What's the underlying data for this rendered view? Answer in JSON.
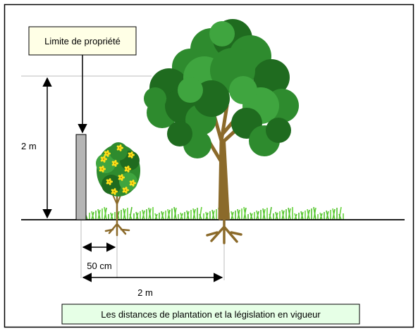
{
  "labels": {
    "property_limit": "Limite de propriété",
    "height": "2 m",
    "shrub_distance": "50 cm",
    "tree_distance": "2 m",
    "caption": "Les distances de plantation et la législation en vigueur"
  },
  "colors": {
    "label_box_fill": "#ffffe6",
    "caption_box_fill": "#e6ffe6",
    "foliage_dark": "#1f6b1f",
    "foliage": "#2e8b2e",
    "foliage_light": "#3fa53f",
    "trunk": "#8b6a2a",
    "flower": "#ffe01a",
    "grass": "#66d23c",
    "post": "#b5b5b5",
    "line": "#000000",
    "guide": "#bdbdbd"
  },
  "icons": {
    "tree": "tree-illustration",
    "shrub": "flowering-shrub-illustration",
    "post": "boundary-post",
    "grass": "grass-strip"
  }
}
